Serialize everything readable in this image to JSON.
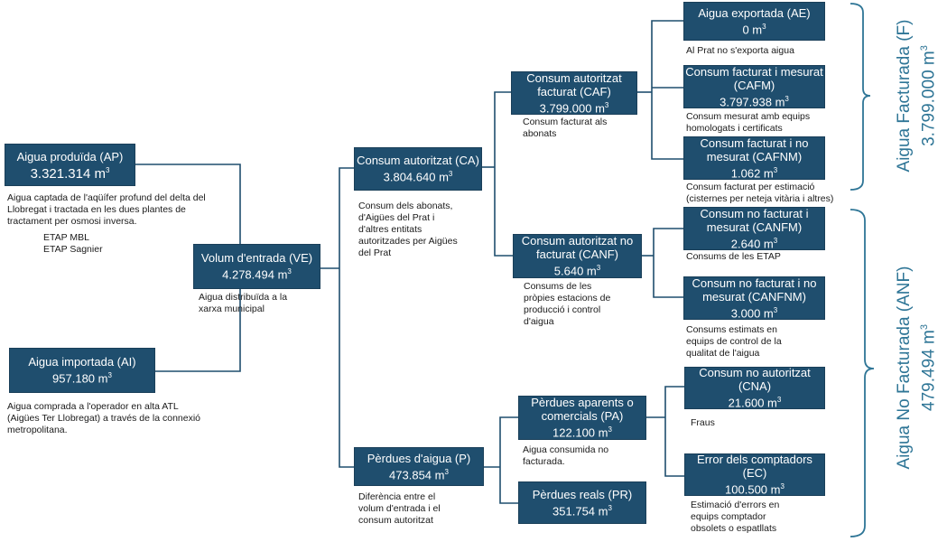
{
  "colors": {
    "box": "#1f4e6e",
    "line": "#1f4e6e",
    "side": "#2e7596",
    "bracket": "#2e7596"
  },
  "unit_sup": "3",
  "AP": {
    "title": "Aigua produïda (AP)",
    "value": "3.321.314  m",
    "note": "Aigua captada de l'aqüífer profund del delta del Llobregat i tractada en les dues plantes de tractament per osmosi inversa.",
    "sub1": "ETAP MBL",
    "sub2": "ETAP Sagnier"
  },
  "AI": {
    "title": "Aigua importada (AI)",
    "value": "957.180  m",
    "note": "Aigua comprada a l'operador en alta ATL (Aigües Ter Llobregat) a través de la connexió metropolitana."
  },
  "VE": {
    "title": "Volum d'entrada (VE)",
    "value": "4.278.494 m",
    "note": "Aigua distribuïda a la xarxa municipal"
  },
  "CA": {
    "title": "Consum autoritzat (CA)",
    "value": "3.804.640 m",
    "note": "Consum dels abonats, d'Aigües del Prat i d'altres entitats autoritzades per Aigües del Prat"
  },
  "P": {
    "title": "Pèrdues d'aigua (P)",
    "value": "473.854 m",
    "note": "Diferència entre el volum d'entrada i el consum autoritzat"
  },
  "CAF": {
    "title": "Consum autoritzat facturat (CAF)",
    "value": "3.799.000 m",
    "note": "Consum facturat als abonats"
  },
  "CANF": {
    "title": "Consum autoritzat no facturat (CANF)",
    "value": "5.640 m",
    "note": "Consums de les pròpies estacions de producció i control d'aigua"
  },
  "PA": {
    "title": "Pèrdues aparents o comercials (PA)",
    "value": "122.100 m",
    "note": "Aigua consumida no facturada."
  },
  "PR": {
    "title": "Pèrdues reals (PR)",
    "value": "351.754 m"
  },
  "AE": {
    "title": "Aigua exportada (AE)",
    "value": "0 m",
    "note": "Al Prat no s'exporta aigua"
  },
  "CAFM": {
    "title": "Consum facturat i mesurat (CAFM)",
    "value": "3.797.938 m",
    "note": "Consum mesurat amb equips homologats i certificats"
  },
  "CAFNM": {
    "title": "Consum facturat i no mesurat (CAFNM)",
    "value": "1.062 m",
    "note": "Consum facturat per estimació (cisternes per neteja vitària i altres)"
  },
  "CANFM": {
    "title": "Consum no facturat i mesurat (CANFM)",
    "value": "2.640 m",
    "note": "Consums de les ETAP"
  },
  "CANFNM": {
    "title": "Consum no facturat i no mesurat (CANFNM)",
    "value": "3.000 m",
    "note": "Consums estimats en equips de control de la qualitat de l'aigua"
  },
  "CNA": {
    "title": "Consum no autoritzat (CNA)",
    "value": "21.600 m",
    "note": "Fraus"
  },
  "EC": {
    "title": "Error dels comptadors (EC)",
    "value": "100.500 m",
    "note": "Estimació d'errors en equips comptador obsolets o espatllats"
  },
  "F": {
    "title": "Aigua Facturada (F)",
    "value": "3.799.000 m"
  },
  "ANF": {
    "title": "Aigua  No Facturada (ANF)",
    "value": "479.494  m"
  }
}
